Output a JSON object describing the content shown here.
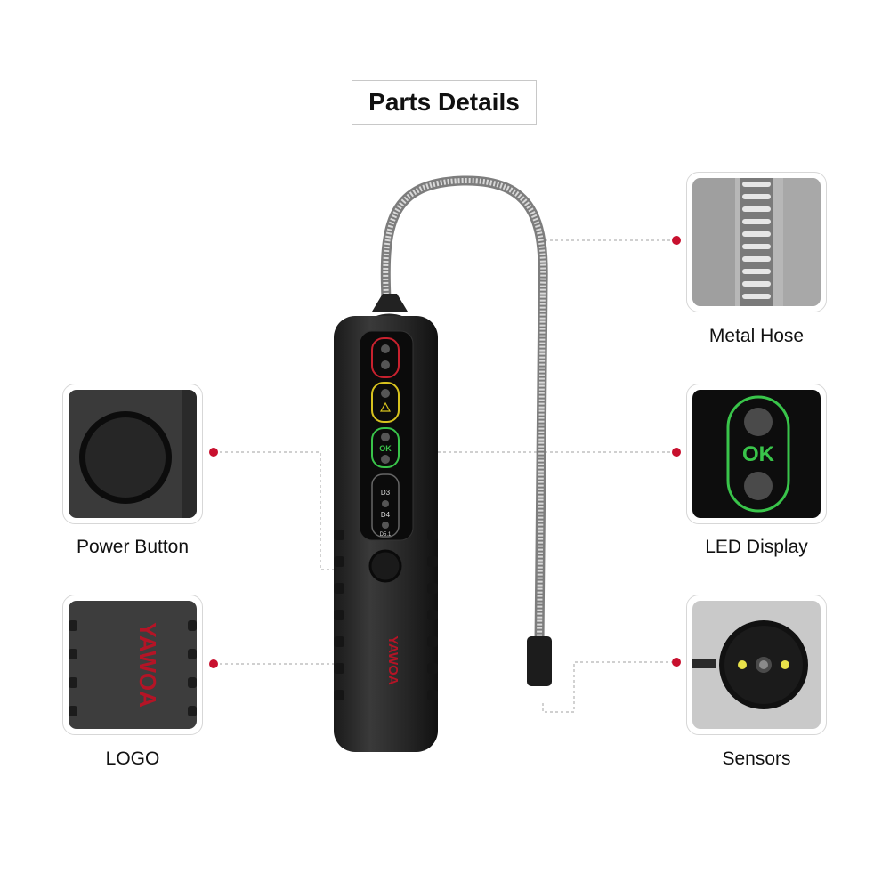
{
  "header": {
    "title": "Parts Details"
  },
  "parts": {
    "metal_hose": "Metal Hose",
    "led_display": "LED Display",
    "sensors": "Sensors",
    "power_button": "Power Button",
    "logo": "LOGO"
  },
  "device": {
    "brand": "YAWOA",
    "led_labels": {
      "ok": "OK",
      "d3": "D3",
      "d4": "D4",
      "d5": "D5.1"
    }
  },
  "led_closeup": {
    "ok": "OK"
  },
  "colors": {
    "accent_red": "#c8102e",
    "led_green": "#39c44a",
    "led_yellow": "#d7c21e",
    "led_red": "#c8212e"
  }
}
